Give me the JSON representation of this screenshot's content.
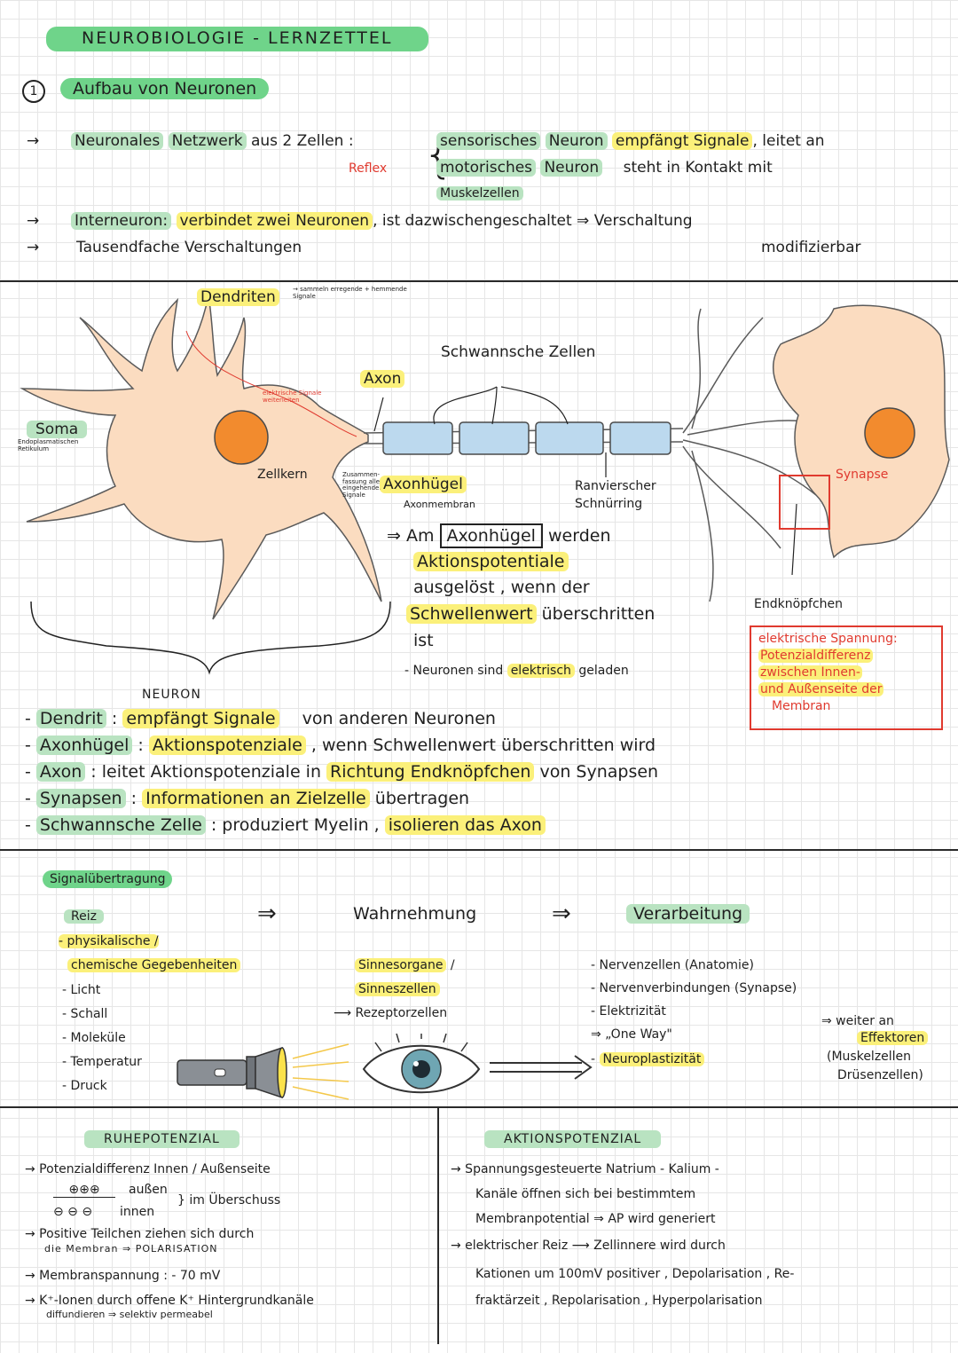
{
  "title": "NEUROBIOLOGIE -  LERNZETTEL",
  "section1": {
    "num": "1",
    "title": "Aufbau von Neuronen"
  },
  "intro": {
    "arrow": "→",
    "l1a": "Neuronales",
    "l1b": "Netzwerk",
    "l1c": "aus 2 Zellen :",
    "l1d": "sensorisches",
    "l1e": "Neuron",
    "l1f": "empfängt Signale",
    "l1g": ", leitet an",
    "l2a": "motorisches",
    "l2b": "Neuron",
    "l2c": "steht in Kontakt mit",
    "l3": "Muskelzellen",
    "reflex": "Reflex",
    "l4a": "Interneuron:",
    "l4b": "verbindet zwei Neuronen",
    "l4c": ", ist dazwischengeschaltet ⇒ Verschaltung",
    "l5a": "Tausendfache Verschaltungen",
    "l5b": "modifizierbar"
  },
  "diagram": {
    "dendriten": "Dendriten",
    "dendriten_note": "→ sammeln erregende + hemmende Signale",
    "schwann": "Schwannsche Zellen",
    "axon": "Axon",
    "elektrische": "elektrische Signale weiterleiten",
    "soma": "Soma",
    "soma_note": "Endoplasmatischen Retikulum",
    "zellkern": "Zellkern",
    "summe": "Zusammen-fassung aller eingehenden Signale",
    "axonhuegel": "Axonhügel",
    "axonmembran": "Axonmembran",
    "ranvier1": "Ranvierscher",
    "ranvier2": "Schnürring",
    "synapse": "Synapse",
    "endknoepfchen": "Endknöpfchen",
    "neuron": "NEURON"
  },
  "ap_text": {
    "l1a": "⇒ Am",
    "l1b": "Axonhügel",
    "l1c": "werden",
    "l2": "Aktionspotentiale",
    "l3": "ausgelöst , wenn der",
    "l4a": "Schwellenwert",
    "l4b": "überschritten",
    "l5": "ist",
    "l6a": "- Neuronen sind",
    "l6b": "elektrisch",
    "l6c": "geladen"
  },
  "redbox": {
    "l1": "elektrische Spannung:",
    "l2": "Potenzialdifferenz",
    "l3": "zwischen Innen-",
    "l4": "und Außenseite der",
    "l5": "Membran"
  },
  "defs": [
    {
      "term": "Dendrit",
      "sep": ":",
      "a": "empfängt Signale",
      "b": "von anderen Neuronen",
      "c": ""
    },
    {
      "term": "Axonhügel",
      "sep": ":",
      "a": "Aktionspotenziale",
      "b": ", wenn Schwellenwert überschritten wird",
      "c": ""
    },
    {
      "term": "Axon",
      "sep": ":",
      "a": "leitet Aktionspotenziale in",
      "b": "Richtung Endknöpfchen",
      "c": "von Synapsen"
    },
    {
      "term": "Synapsen",
      "sep": ":",
      "a": "Informationen an Zielzelle",
      "b": "übertragen",
      "c": ""
    },
    {
      "term": "Schwannsche Zelle",
      "sep": ":",
      "a": "produziert Myelin ,",
      "b": "isolieren das Axon",
      "c": ""
    }
  ],
  "signal": {
    "title": "Signalübertragung",
    "reiz": "Reiz",
    "arrow": "⇒",
    "wahrnehmung": "Wahrnehmung",
    "verarbeitung": "Verarbeitung",
    "phys1": "- physikalische /",
    "phys2": "chemische Gegebenheiten",
    "reize": [
      "- Licht",
      "- Schall",
      "- Moleküle",
      "- Temperatur",
      "- Druck"
    ],
    "sinne1": "Sinnesorgane",
    "sinne_sep": "/",
    "sinne2": "Sinneszellen",
    "rezeptor": "⟶ Rezeptorzellen",
    "verarb": [
      "- Nervenzellen (Anatomie)",
      "- Nervenverbindungen (Synapse)",
      "- Elektrizität",
      "⇒ „One Way\""
    ],
    "neuroplast": "Neuroplastizität",
    "neuroplast_dash": "-",
    "weiter1": "⇒ weiter an",
    "weiter2": "Effektoren",
    "weiter3": "(Muskelzellen",
    "weiter4": "Drüsenzellen)"
  },
  "ruhe": {
    "title": "RUHEPOTENZIAL",
    "l1": "→ Potenzialdifferenz Innen / Außenseite",
    "plus": "⊕⊕⊕",
    "aussen": "außen",
    "minus": "⊖ ⊖ ⊖",
    "innen": "innen",
    "ueber": "} im Überschuss",
    "l2": "→ Positive Teilchen ziehen sich durch",
    "l3": "die Membran ⇒ POLARISATION",
    "l4": "→ Membranspannung :  - 70 mV",
    "l5": "→ K⁺-Ionen durch offene K⁺ Hintergrundkanäle",
    "l6": "diffundieren ⇒ selektiv permeabel"
  },
  "aktion": {
    "title": "AKTIONSPOTENZIAL",
    "l1": "→ Spannungsgesteuerte Natrium - Kalium -",
    "l2": "Kanäle öffnen sich bei bestimmtem",
    "l3": "Membranpotential ⇒ AP wird generiert",
    "l4": "→ elektrischer Reiz ⟶ Zellinnere wird durch",
    "l5": "Kationen um 100mV positiver , Depolarisation , Re-",
    "l6": "fraktärzeit , Repolarisation , Hyperpolarisation"
  }
}
